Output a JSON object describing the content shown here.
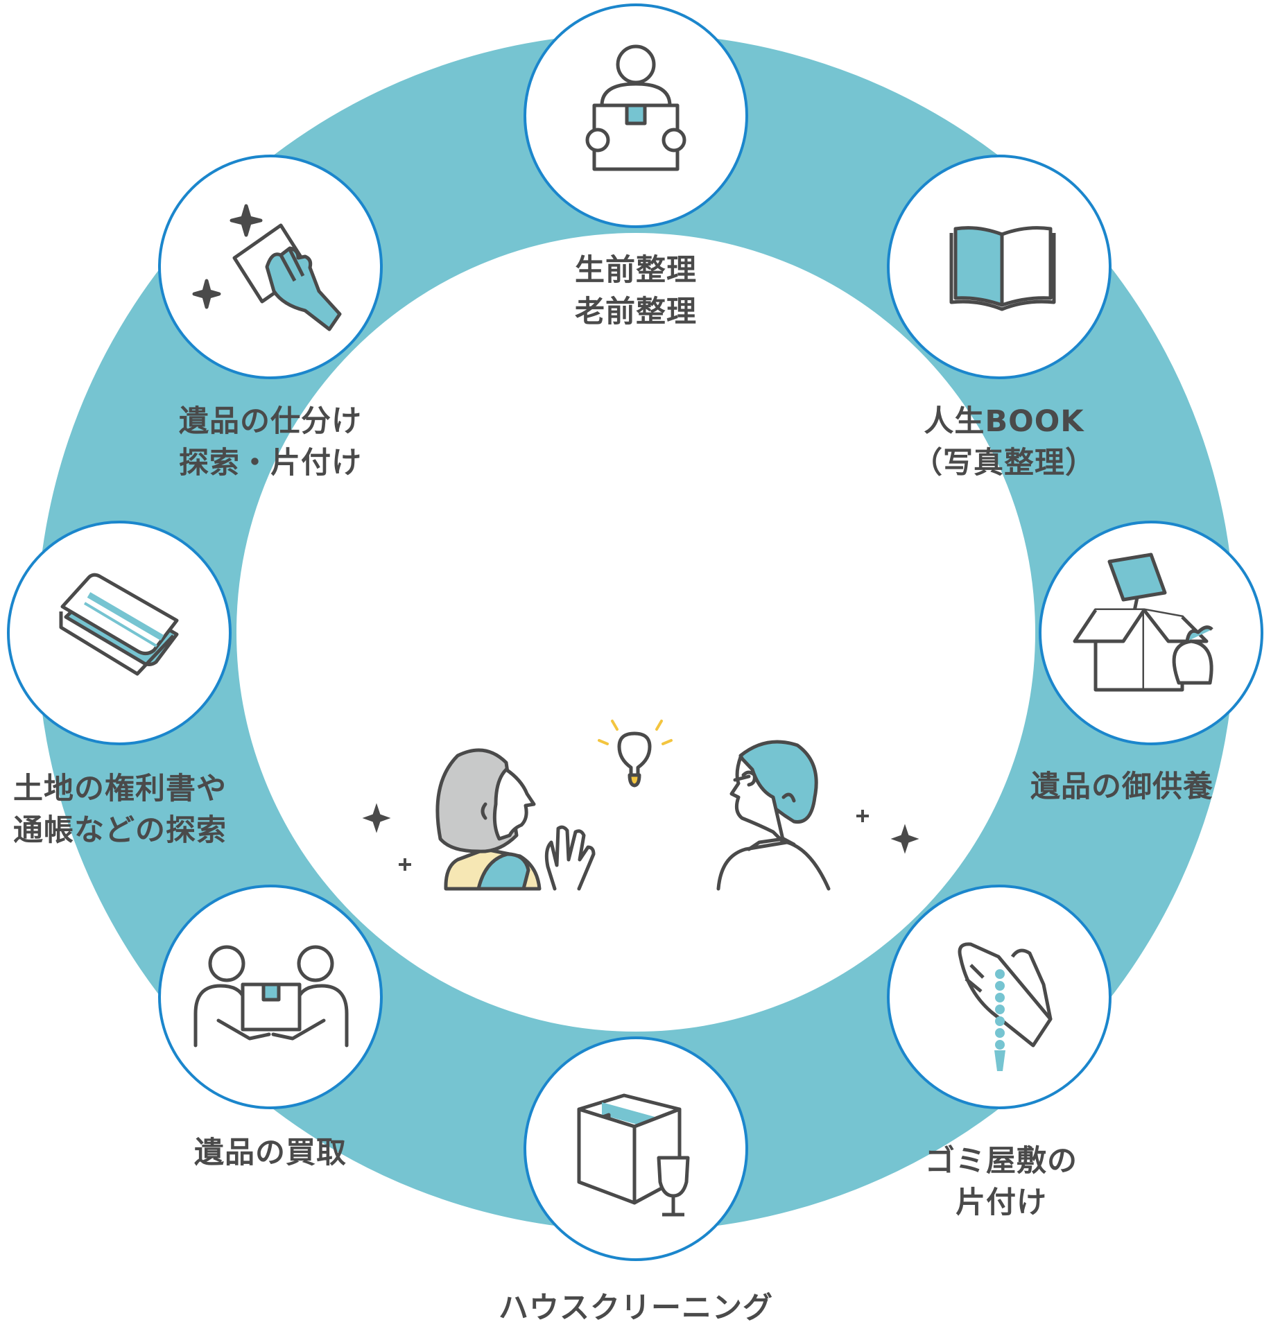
{
  "colors": {
    "ring": "#76c4d1",
    "node_border": "#1b86cc",
    "icon_stroke": "#4a4a4a",
    "icon_fill": "#76c4d1",
    "text": "#4a4a4a",
    "woman_hair": "#c8c9c9",
    "accent_yellow": "#f3c53f"
  },
  "services": [
    {
      "id": "seizen",
      "icon": "person-box-icon",
      "lines": [
        "生前整理",
        "老前整理"
      ]
    },
    {
      "id": "jinsei",
      "icon": "open-book-icon",
      "lines": [
        "人生BOOK",
        "（写真整理）"
      ]
    },
    {
      "id": "kuyou",
      "icon": "box-lamp-bag-icon",
      "lines": [
        "遺品の御供養"
      ]
    },
    {
      "id": "gomi",
      "icon": "praying-hands-icon",
      "lines": [
        "ゴミ屋敷の",
        "片付け"
      ]
    },
    {
      "id": "house",
      "icon": "package-glass-icon",
      "lines": [
        "ハウスクリーニング"
      ]
    },
    {
      "id": "kaitori",
      "icon": "handover-icon",
      "lines": [
        "遺品の買取"
      ]
    },
    {
      "id": "tochi",
      "icon": "passbook-icon",
      "lines": [
        "土地の権利書や",
        "通帳などの探索"
      ]
    },
    {
      "id": "shiwake",
      "icon": "cleaning-cloth-icon",
      "lines": [
        "遺品の仕分け",
        "探索・片付け"
      ]
    }
  ],
  "center_illustration": "couple-idea-icon"
}
